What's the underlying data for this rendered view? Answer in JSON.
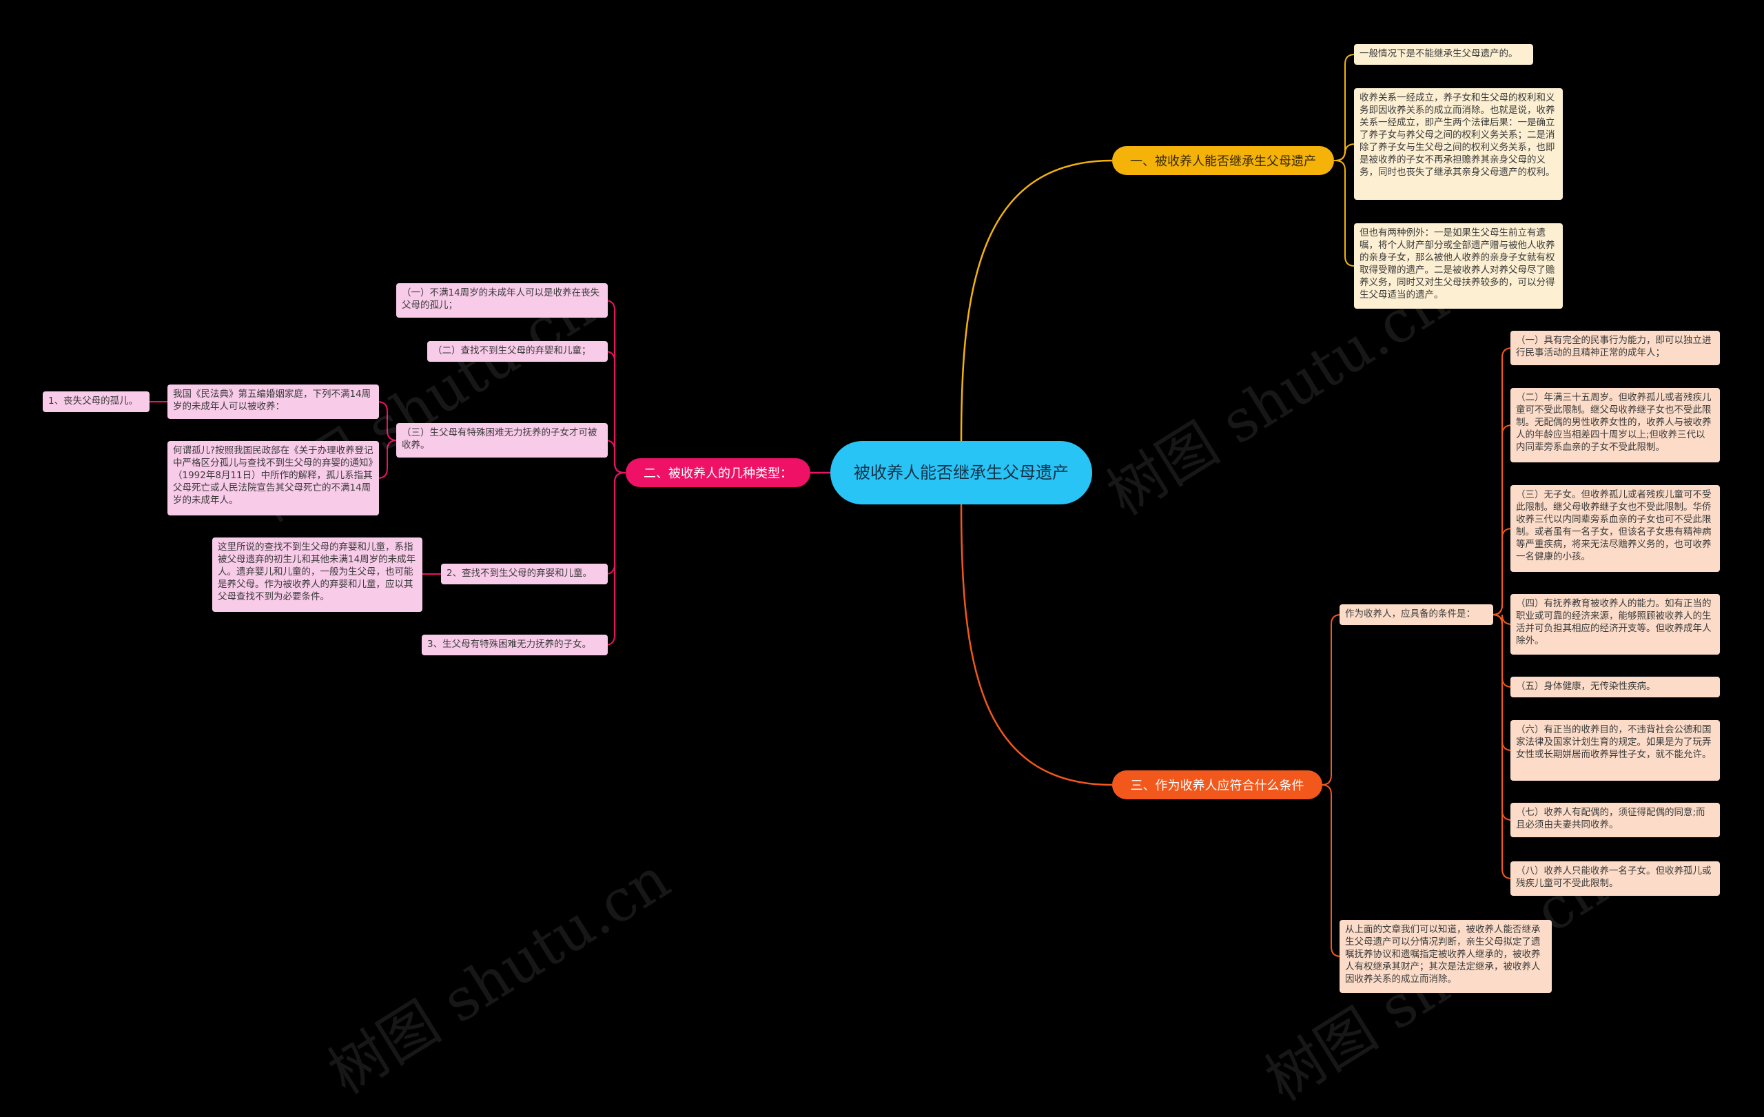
{
  "watermark": "树图 shutu.cn",
  "colors": {
    "background": "#000000",
    "central": "#29c4f6",
    "branch1": "#f5b30a",
    "branch2": "#ee1166",
    "branch3": "#f2581c",
    "leaf1": "#fcefd2",
    "leaf2": "#f8cbe9",
    "leaf3": "#fcdcc8"
  },
  "central": "被收养人能否继承生父母遗产",
  "branch1": {
    "title": "一、被收养人能否继承生父母遗产",
    "items": [
      "一般情况下是不能继承生父母遗产的。",
      "收养关系一经成立，养子女和生父母的权利和义务即因收养关系的成立而消除。也就是说，收养关系一经成立，即产生两个法律后果：一是确立了养子女与养父母之间的权利义务关系；二是消除了养子女与生父母之间的权利义务关系，也即是被收养的子女不再承担赡养其亲身父母的义务，同时也丧失了继承其亲身父母遗产的权利。",
      "但也有两种例外：一是如果生父母生前立有遗嘱，将个人财产部分或全部遗产赠与被他人收养的亲身子女，那么被他人收养的亲身子女就有权取得受赠的遗产。二是被收养人对养父母尽了赡养义务，同时又对生父母扶养较多的，可以分得生父母适当的遗产。"
    ]
  },
  "branch2": {
    "title": "二、被收养人的几种类型：",
    "items": [
      "（一）不满14周岁的未成年人可以是收养在丧失父母的孤儿；",
      "（二）查找不到生父母的弃婴和儿童；",
      "（三）生父母有特殊困难无力抚养的子女才可被收养。",
      "2、查找不到生父母的弃婴和儿童。",
      "3、生父母有特殊困难无力抚养的子女。"
    ],
    "sub_law": "我国《民法典》第五编婚姻家庭，下列不满14周岁的未成年人可以被收养：",
    "sub_orphan": "1、丧失父母的孤儿。",
    "sub_def": "何谓孤儿?按照我国民政部在《关于办理收养登记中严格区分孤儿与查找不到生父母的弃婴的通知》（1992年8月11日）中所作的解释，孤儿系指其父母死亡或人民法院宣告其父母死亡的不满14周岁的未成年人。",
    "sub_abandon": "这里所说的查找不到生父母的弃婴和儿童，系指被父母遗弃的初生儿和其他未满14周岁的未成年人。遗弃婴儿和儿童的，一般为生父母，也可能是养父母。作为被收养人的弃婴和儿童，应以其父母查找不到为必要条件。"
  },
  "branch3": {
    "title": "三、作为收养人应符合什么条件",
    "cond_title": "作为收养人，应具备的条件是：",
    "conditions": [
      "（一）具有完全的民事行为能力，即可以独立进行民事活动的且精神正常的成年人；",
      "（二）年满三十五周岁。但收养孤儿或者残疾儿童可不受此限制。继父母收养继子女也不受此限制。无配偶的男性收养女性的，收养人与被收养人的年龄应当相差四十周岁以上;但收养三代以内同辈旁系血亲的子女不受此限制。",
      "（三）无子女。但收养孤儿或者残疾儿童可不受此限制。继父母收养继子女也不受此限制。华侨收养三代以内同辈旁系血亲的子女也可不受此限制。或者虽有一名子女，但该名子女患有精神病等严重疾病，将来无法尽赡养义务的，也可收养一名健康的小孩。",
      "（四）有抚养教育被收养人的能力。如有正当的职业或可靠的经济来源，能够照顾被收养人的生活并可负担其相应的经济开支等。但收养成年人除外。",
      "（五）身体健康，无传染性疾病。",
      "（六）有正当的收养目的，不违背社会公德和国家法律及国家计划生育的规定。如果是为了玩弄女性或长期姘居而收养异性子女，就不能允许。",
      "（七）收养人有配偶的，须征得配偶的同意;而且必须由夫妻共同收养。",
      "（八）收养人只能收养一名子女。但收养孤儿或残疾儿童可不受此限制。"
    ],
    "summary": "从上面的文章我们可以知道，被收养人能否继承生父母遗产可以分情况判断，亲生父母拟定了遗嘱抚养协议和遗嘱指定被收养人继承的，被收养人有权继承其财产；其次是法定继承，被收养人因收养关系的成立而消除。"
  }
}
